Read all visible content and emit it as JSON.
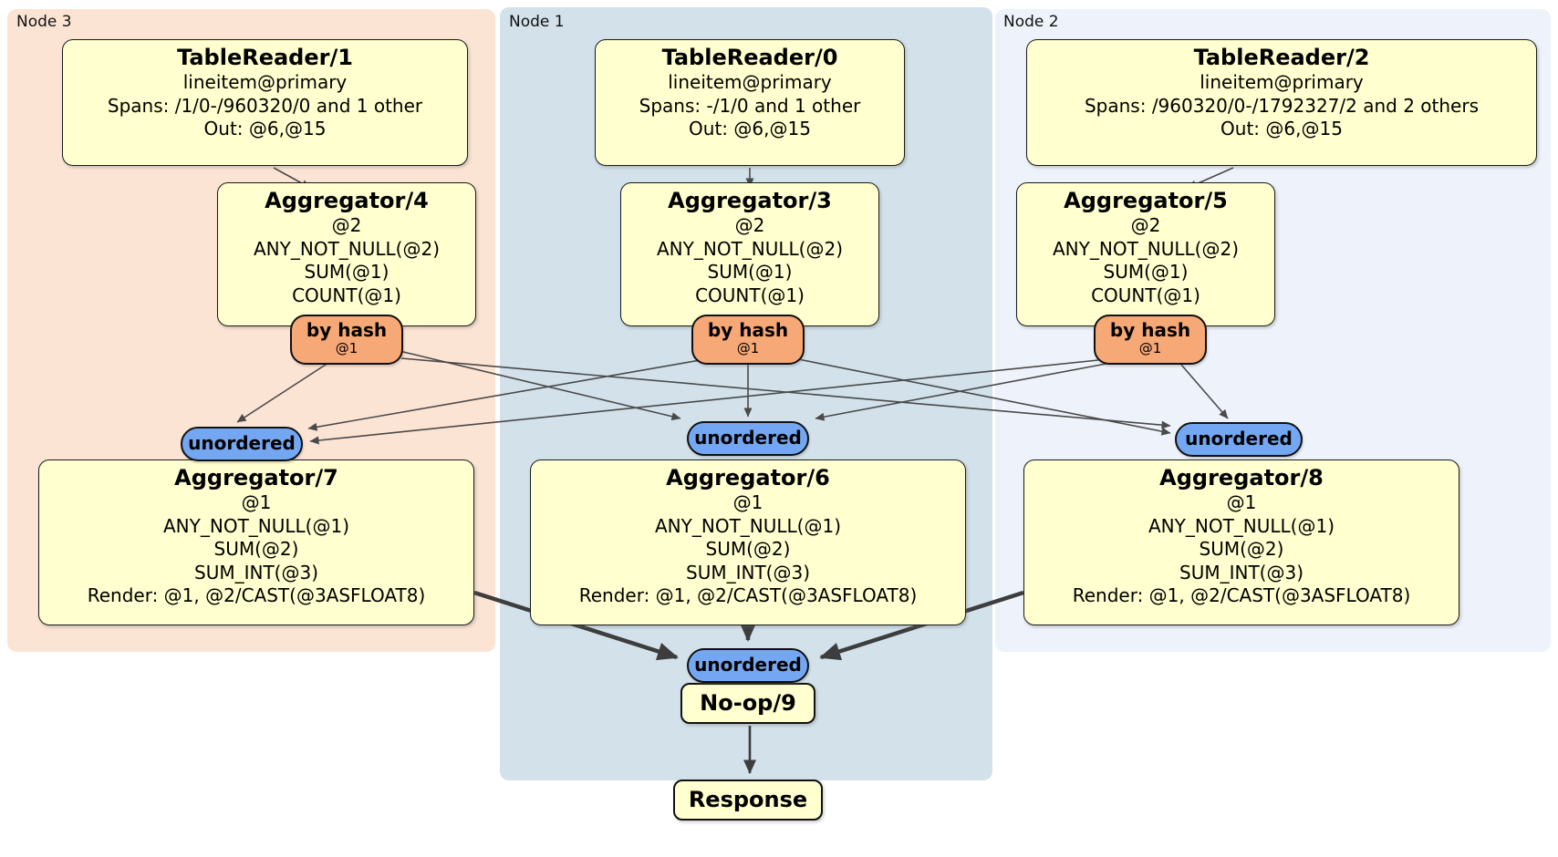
{
  "colors": {
    "node3_bg": "#fce4d4",
    "node1_bg": "#d2e1ea",
    "node2_bg": "#eef2fb",
    "processor_fill": "#ffffcf",
    "hash_pill_fill": "#f6a877",
    "stream_pill_fill": "#74a7f2",
    "edge_thin": "#4a4a4a",
    "edge_thick": "#3d3d3d"
  },
  "regions": {
    "node3": {
      "label": "Node 3"
    },
    "node1": {
      "label": "Node 1"
    },
    "node2": {
      "label": "Node 2"
    }
  },
  "processors": {
    "tablereader1": {
      "title": "TableReader/1",
      "lines": [
        "lineitem@primary",
        "Spans: /1/0-/960320/0 and 1 other",
        "Out: @6,@15"
      ]
    },
    "tablereader0": {
      "title": "TableReader/0",
      "lines": [
        "lineitem@primary",
        "Spans: -/1/0 and 1 other",
        "Out: @6,@15"
      ]
    },
    "tablereader2": {
      "title": "TableReader/2",
      "lines": [
        "lineitem@primary",
        "Spans: /960320/0-/1792327/2 and 2 others",
        "Out: @6,@15"
      ]
    },
    "aggregator4": {
      "title": "Aggregator/4",
      "lines": [
        "@2",
        "ANY_NOT_NULL(@2)",
        "SUM(@1)",
        "COUNT(@1)"
      ]
    },
    "aggregator3": {
      "title": "Aggregator/3",
      "lines": [
        "@2",
        "ANY_NOT_NULL(@2)",
        "SUM(@1)",
        "COUNT(@1)"
      ]
    },
    "aggregator5": {
      "title": "Aggregator/5",
      "lines": [
        "@2",
        "ANY_NOT_NULL(@2)",
        "SUM(@1)",
        "COUNT(@1)"
      ]
    },
    "aggregator7": {
      "title": "Aggregator/7",
      "lines": [
        "@1",
        "ANY_NOT_NULL(@1)",
        "SUM(@2)",
        "SUM_INT(@3)",
        "Render: @1, @2/CAST(@3ASFLOAT8)"
      ]
    },
    "aggregator6": {
      "title": "Aggregator/6",
      "lines": [
        "@1",
        "ANY_NOT_NULL(@1)",
        "SUM(@2)",
        "SUM_INT(@3)",
        "Render: @1, @2/CAST(@3ASFLOAT8)"
      ]
    },
    "aggregator8": {
      "title": "Aggregator/8",
      "lines": [
        "@1",
        "ANY_NOT_NULL(@1)",
        "SUM(@2)",
        "SUM_INT(@3)",
        "Render: @1, @2/CAST(@3ASFLOAT8)"
      ]
    },
    "noop9": {
      "title": "No-op/9"
    },
    "response": {
      "title": "Response"
    }
  },
  "routers": {
    "by_hash": {
      "label": "by hash",
      "key": "@1"
    },
    "unordered": {
      "label": "unordered"
    }
  }
}
